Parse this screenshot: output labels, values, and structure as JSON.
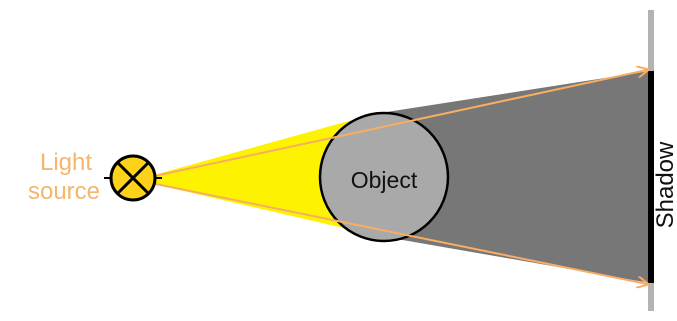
{
  "labels": {
    "light_word": "Light",
    "source_word": "source",
    "object": "Object",
    "shadow": "Shadow"
  },
  "colors": {
    "label_orange": "#f6b66a",
    "ray_orange": "#f7ad64",
    "light_yellow": "#fdf200",
    "shadow_gray": "#777777",
    "object_gray": "#a9a9a9",
    "screen_gray": "#b3b3b3",
    "bulb_yellow": "#ffd21a",
    "outline_black": "#000000"
  },
  "icons": {
    "light_source": "lamp-symbol-icon",
    "rays": "arrow-icon"
  }
}
